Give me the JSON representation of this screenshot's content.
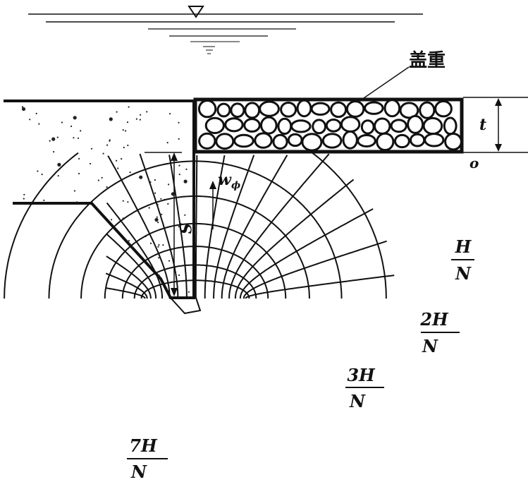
{
  "labels": {
    "cover_weight": "盖重",
    "thickness": "t",
    "origin": "o",
    "depth": "S",
    "exit_head": "w",
    "exit_head_sub": "ϕ"
  },
  "fractions": [
    {
      "num": "H",
      "den": "N"
    },
    {
      "num": "2H",
      "den": "N"
    },
    {
      "num": "3H",
      "den": "N"
    },
    {
      "num": "7H",
      "den": "N"
    }
  ],
  "colors": {
    "ink": "#111111",
    "paper": "#ffffff"
  },
  "icons": {
    "water_level": "inverted-triangle-icon"
  }
}
